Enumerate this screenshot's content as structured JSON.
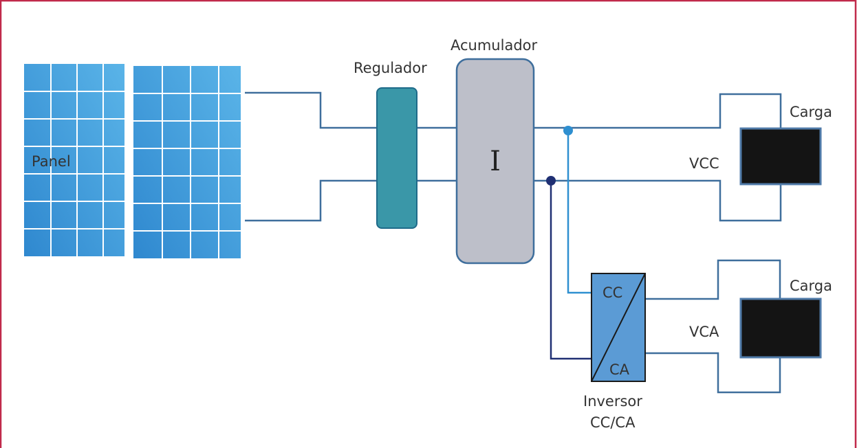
{
  "labels": {
    "panel": "Panel",
    "regulador": "Regulador",
    "acumulador": "Acumulador",
    "acumulador_symbol": "I",
    "carga_dc": "Carga",
    "carga_ac": "Carga",
    "vcc": "VCC",
    "vca": "VCA",
    "inverter_cc": "CC",
    "inverter_ca": "CA",
    "inversor_line1": "Inversor",
    "inversor_line2": "CC/CA"
  },
  "colors": {
    "frame": "#c0294a",
    "wire": "#3e6e9c",
    "wire_light": "#2e8fd0",
    "wire_dark": "#1f2f73",
    "panel_cell_light": "#5ab4e8",
    "panel_cell_dark": "#2f88cf",
    "panel_grid": "#ffffff",
    "regulator_fill": "#3a97a8",
    "regulator_stroke": "#1e6a89",
    "battery_fill": "#bdbfc9",
    "battery_stroke": "#3e6e9c",
    "inverter_fill": "#5b9bd5",
    "load_fill": "#141414",
    "load_stroke": "#4f7aa8"
  }
}
